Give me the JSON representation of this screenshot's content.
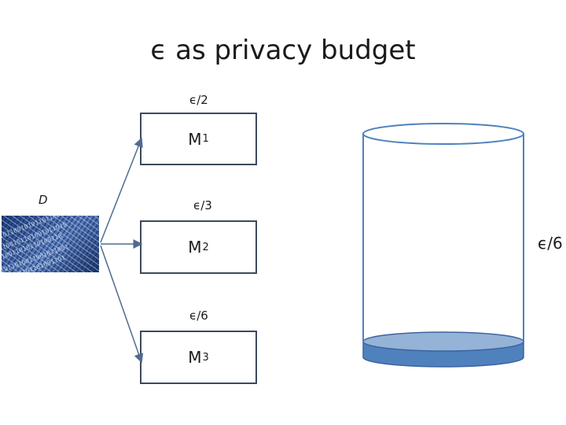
{
  "title": "ϵ as privacy budget",
  "dataset": {
    "label": "D",
    "icon": "binary-data-icon"
  },
  "mechanisms": [
    {
      "label": "M",
      "subscript": "1",
      "budget": "ϵ/2"
    },
    {
      "label": "M",
      "subscript": "2",
      "budget": "ϵ/3"
    },
    {
      "label": "M",
      "subscript": "3",
      "budget": "ϵ/6"
    }
  ],
  "container": {
    "label": "ϵ/6",
    "icon": "budget-cylinder-icon",
    "fill_color": "#4f81bd",
    "remaining_fraction": 0.08
  },
  "colors": {
    "outline": "#3b4a5c",
    "cylinder_edge": "#4f81bd",
    "arrow": "#4f6b8f"
  }
}
